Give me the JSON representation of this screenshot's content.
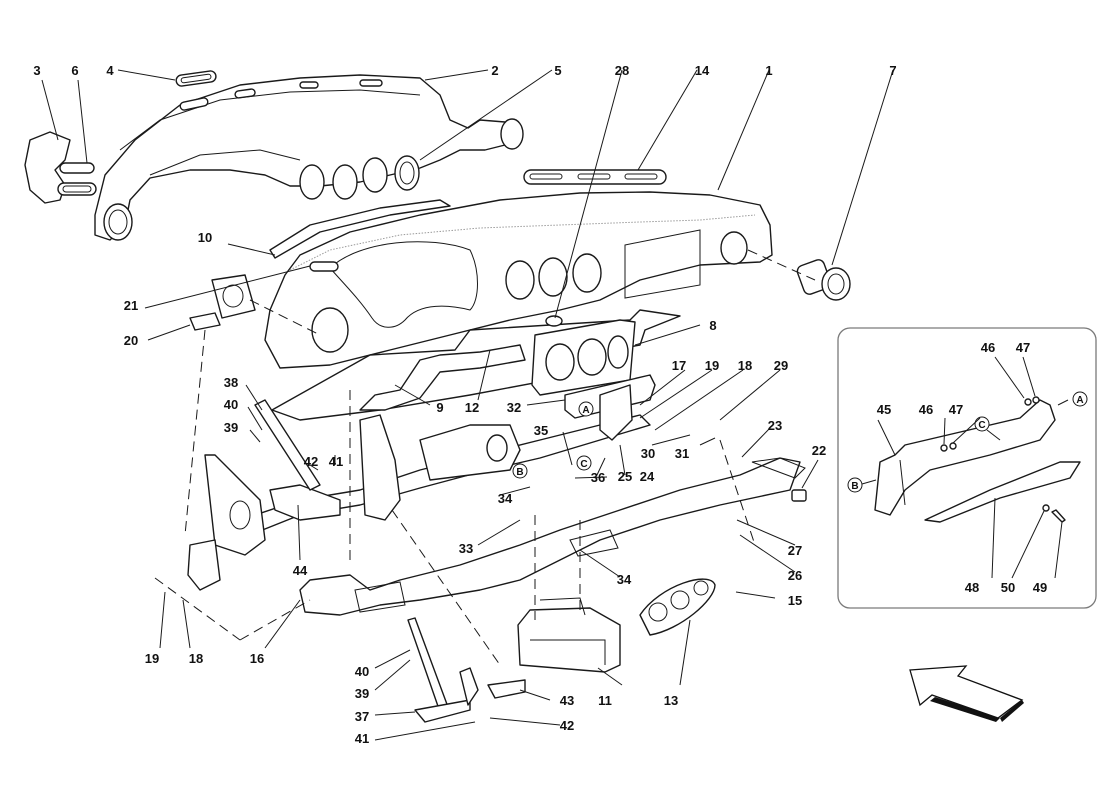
{
  "diagram": {
    "type": "exploded-parts-diagram",
    "subject": "Dashboard / instrument panel assembly",
    "colors": {
      "line": "#1a1a1a",
      "background": "#ffffff",
      "inset_border": "#7a7a7a"
    },
    "callouts": [
      {
        "id": "c1",
        "label": "1"
      },
      {
        "id": "c2",
        "label": "2"
      },
      {
        "id": "c3",
        "label": "3"
      },
      {
        "id": "c4",
        "label": "4"
      },
      {
        "id": "c5",
        "label": "5"
      },
      {
        "id": "c6",
        "label": "6"
      },
      {
        "id": "c7",
        "label": "7"
      },
      {
        "id": "c8",
        "label": "8"
      },
      {
        "id": "c9",
        "label": "9"
      },
      {
        "id": "c10",
        "label": "10"
      },
      {
        "id": "c11",
        "label": "11"
      },
      {
        "id": "c12",
        "label": "12"
      },
      {
        "id": "c13",
        "label": "13"
      },
      {
        "id": "c14",
        "label": "14"
      },
      {
        "id": "c15",
        "label": "15"
      },
      {
        "id": "c16",
        "label": "16"
      },
      {
        "id": "c17",
        "label": "17"
      },
      {
        "id": "c18a",
        "label": "18"
      },
      {
        "id": "c18b",
        "label": "18"
      },
      {
        "id": "c19a",
        "label": "19"
      },
      {
        "id": "c19b",
        "label": "19"
      },
      {
        "id": "c20",
        "label": "20"
      },
      {
        "id": "c21",
        "label": "21"
      },
      {
        "id": "c22",
        "label": "22"
      },
      {
        "id": "c23",
        "label": "23"
      },
      {
        "id": "c24",
        "label": "24"
      },
      {
        "id": "c25",
        "label": "25"
      },
      {
        "id": "c26",
        "label": "26"
      },
      {
        "id": "c27",
        "label": "27"
      },
      {
        "id": "c28",
        "label": "28"
      },
      {
        "id": "c29",
        "label": "29"
      },
      {
        "id": "c30",
        "label": "30"
      },
      {
        "id": "c31",
        "label": "31"
      },
      {
        "id": "c32",
        "label": "32"
      },
      {
        "id": "c33",
        "label": "33"
      },
      {
        "id": "c34a",
        "label": "34"
      },
      {
        "id": "c34b",
        "label": "34"
      },
      {
        "id": "c35",
        "label": "35"
      },
      {
        "id": "c36",
        "label": "36"
      },
      {
        "id": "c37",
        "label": "37"
      },
      {
        "id": "c38",
        "label": "38"
      },
      {
        "id": "c39a",
        "label": "39"
      },
      {
        "id": "c39b",
        "label": "39"
      },
      {
        "id": "c40a",
        "label": "40"
      },
      {
        "id": "c40b",
        "label": "40"
      },
      {
        "id": "c41a",
        "label": "41"
      },
      {
        "id": "c41b",
        "label": "41"
      },
      {
        "id": "c42a",
        "label": "42"
      },
      {
        "id": "c42b",
        "label": "42"
      },
      {
        "id": "c43",
        "label": "43"
      },
      {
        "id": "c44",
        "label": "44"
      }
    ],
    "inset": {
      "callouts": [
        {
          "id": "i45",
          "label": "45"
        },
        {
          "id": "i46a",
          "label": "46"
        },
        {
          "id": "i46b",
          "label": "46"
        },
        {
          "id": "i47a",
          "label": "47"
        },
        {
          "id": "i47b",
          "label": "47"
        },
        {
          "id": "i48",
          "label": "48"
        },
        {
          "id": "i49",
          "label": "49"
        },
        {
          "id": "i50",
          "label": "50"
        }
      ],
      "reference_markers": [
        "A",
        "B",
        "C"
      ]
    },
    "reference_markers": [
      "A",
      "B",
      "C"
    ],
    "direction_arrow": "front-of-vehicle-arrow"
  }
}
